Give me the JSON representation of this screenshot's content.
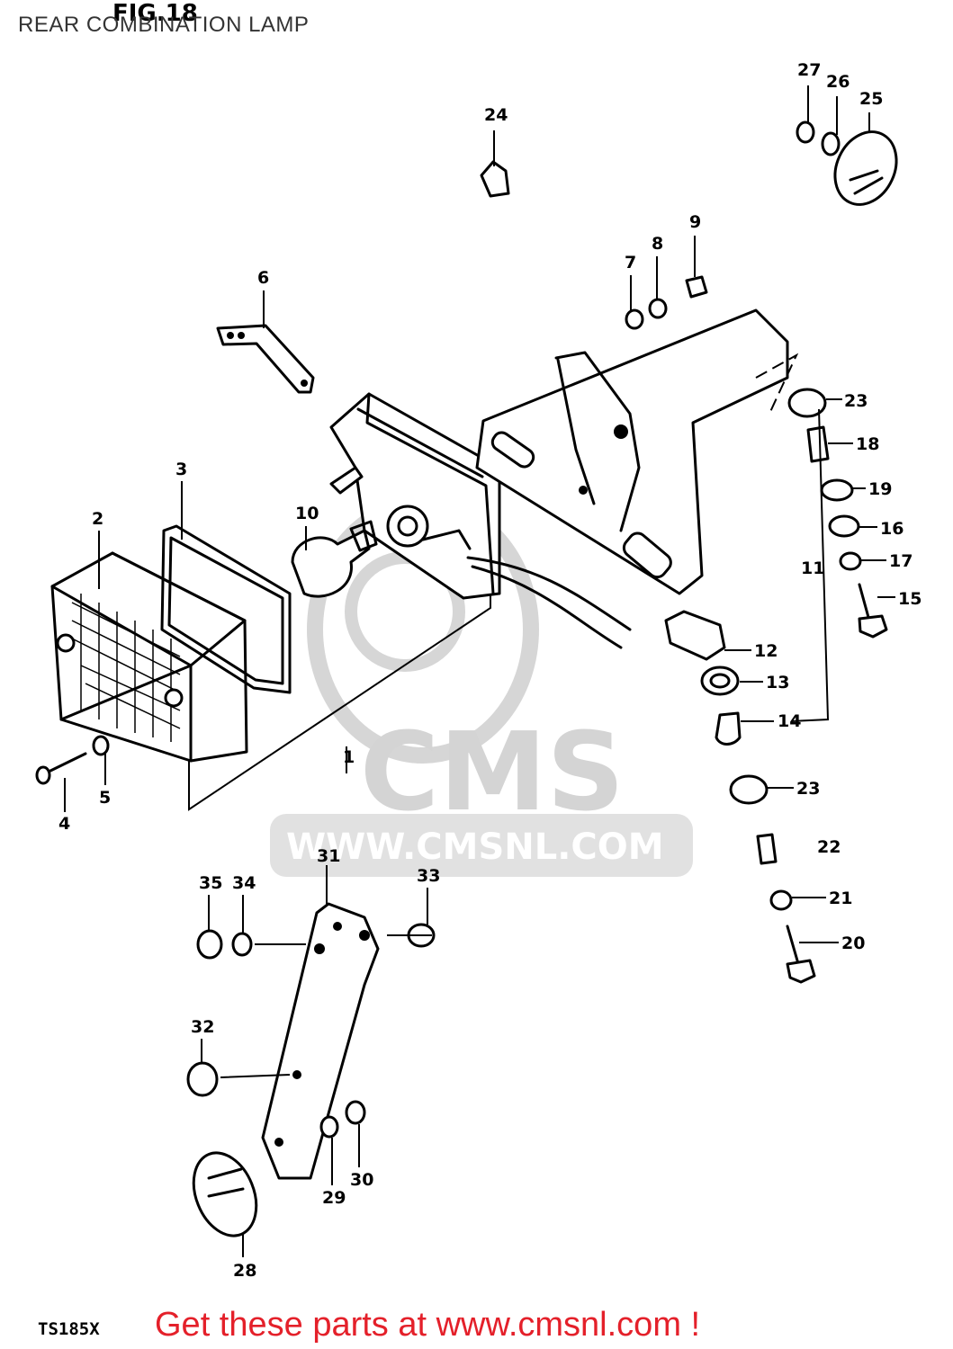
{
  "header": {
    "title": "REAR COMBINATION LAMP",
    "fig_label": "FIG.18"
  },
  "footer": {
    "model": "TS185X",
    "cta": "Get these parts at www.cmsnl.com !"
  },
  "watermark": {
    "logo_text": "CMS",
    "url_text": "WWW.CMSNL.COM"
  },
  "colors": {
    "cta": "#e4202a",
    "watermark": "#cfcfcf",
    "ink": "#000000"
  },
  "callouts": {
    "c1": "1",
    "c2": "2",
    "c3": "3",
    "c4": "4",
    "c5": "5",
    "c6": "6",
    "c7": "7",
    "c8": "8",
    "c9": "9",
    "c10": "10",
    "c11": "11",
    "c12": "12",
    "c13": "13",
    "c14": "14",
    "c15": "15",
    "c16": "16",
    "c17": "17",
    "c18": "18",
    "c19": "19",
    "c20": "20",
    "c21": "21",
    "c22": "22",
    "c23a": "23",
    "c23b": "23",
    "c24": "24",
    "c25": "25",
    "c26": "26",
    "c27": "27",
    "c28": "28",
    "c29": "29",
    "c30": "30",
    "c31": "31",
    "c32": "32",
    "c33": "33",
    "c34": "34",
    "c35": "35"
  }
}
